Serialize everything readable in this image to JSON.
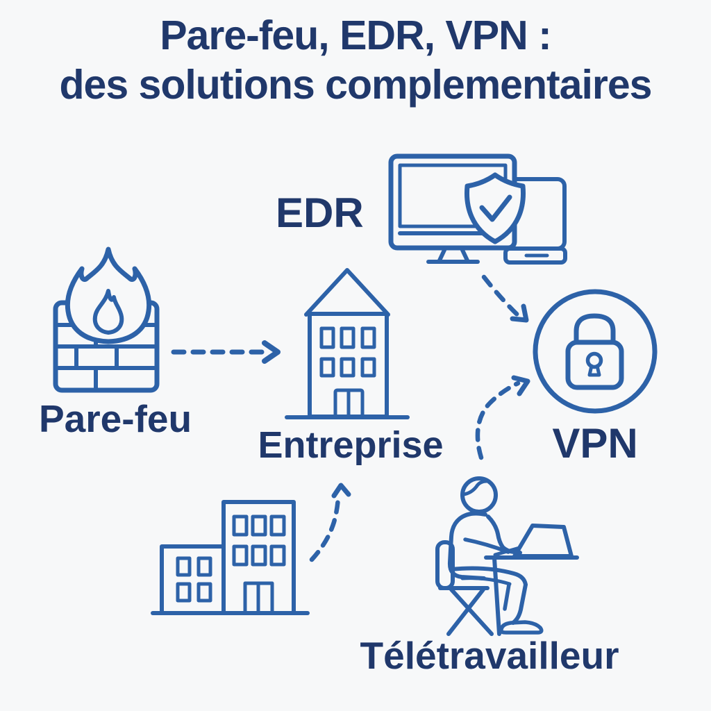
{
  "title": {
    "line1": "Pare-feu, EDR, VPN :",
    "line2": "des solutions complementaires"
  },
  "nodes": {
    "firewall": {
      "label": "Pare-feu",
      "icon": "brick-wall-flame-icon"
    },
    "edr": {
      "label": "EDR",
      "icon": "monitor-shield-check-icon"
    },
    "enterprise": {
      "label": "Entreprise",
      "icon": "office-building-icon"
    },
    "vpn": {
      "label": "VPN",
      "icon": "padlock-in-circle-icon"
    },
    "branch_building": {
      "icon": "two-block-building-icon"
    },
    "teleworker": {
      "label": "Télétravailleur",
      "icon": "person-working-on-laptop-icon"
    }
  },
  "connections": [
    {
      "from": "firewall",
      "to": "enterprise",
      "style": "dashed-arrow"
    },
    {
      "from": "edr",
      "to": "vpn",
      "style": "dashed-arrow"
    },
    {
      "from": "branch_building",
      "to": "enterprise",
      "style": "dashed-arrow"
    },
    {
      "from": "teleworker",
      "to": "vpn",
      "style": "dashed-arrow"
    }
  ],
  "colors": {
    "background": "#f7f8f9",
    "icon_stroke": "#2d62a8",
    "arrow": "#2d62a8",
    "text": "#20386b"
  }
}
